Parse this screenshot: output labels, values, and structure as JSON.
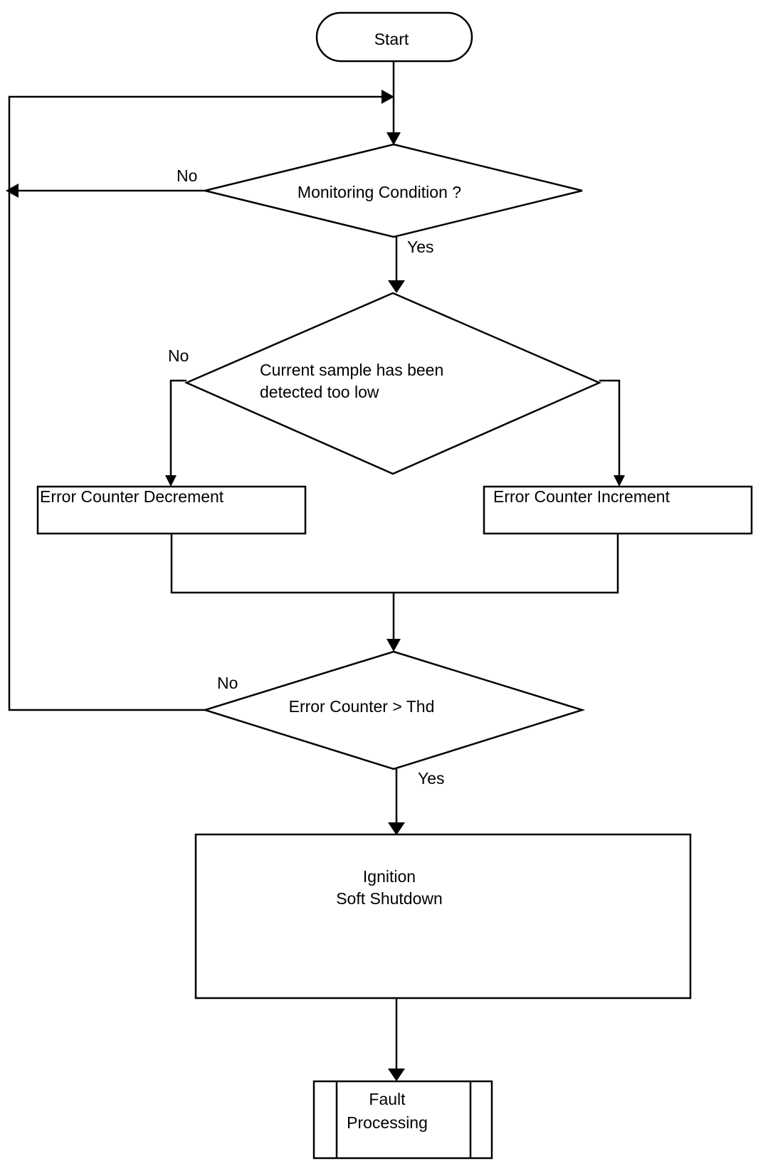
{
  "flowchart": {
    "start": "Start",
    "monitoring": {
      "question": "Monitoring Condition ?",
      "no_label": "No",
      "yes_label": "Yes"
    },
    "sample_check": {
      "line1": "Current sample has been",
      "line2": "detected too low",
      "no_label": "No"
    },
    "decrement": "Error Counter Decrement",
    "increment": "Error Counter Increment",
    "threshold": {
      "question": "Error Counter >  Thd",
      "no_label": "No",
      "yes_label": "Yes"
    },
    "shutdown": {
      "line1": "Ignition",
      "line2": "Soft Shutdown"
    },
    "fault": {
      "line1": "Fault",
      "line2": "Processing"
    }
  }
}
